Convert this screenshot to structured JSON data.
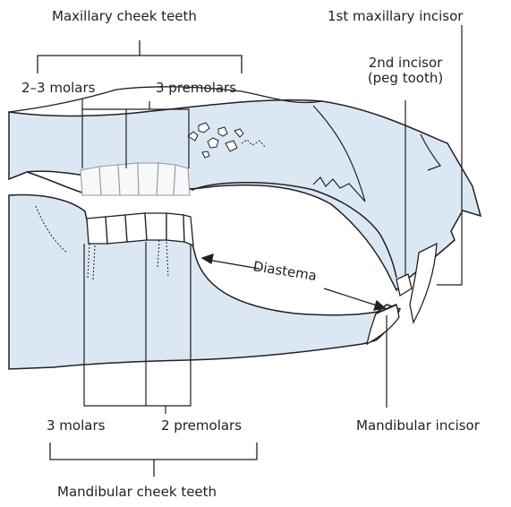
{
  "labels": {
    "maxillary_cheek_teeth": "Maxillary cheek teeth",
    "first_maxillary_incisor": "1st maxillary incisor",
    "upper_molars": "2–3 molars",
    "upper_premolars": "3 premolars",
    "second_incisor_line1": "2nd incisor",
    "second_incisor_line2": "(peg tooth)",
    "diastema": "Diastema",
    "lower_molars": "3 molars",
    "lower_premolars": "2 premolars",
    "mandibular_incisor": "Mandibular incisor",
    "mandibular_cheek_teeth": "Mandibular cheek teeth"
  },
  "colors": {
    "bone_fill": "#dbe8f4",
    "outline": "#231f20",
    "tooth_fill": "#ffffff",
    "embedded_tooth": "#9a9a9a"
  }
}
